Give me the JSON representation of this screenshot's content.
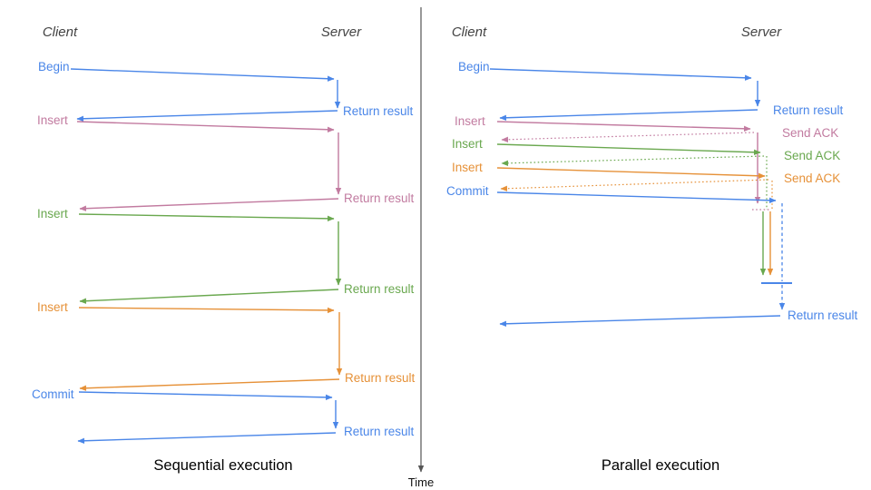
{
  "diagram_type": "client-server sequence comparison",
  "colors": {
    "blue": "#4a86e8",
    "pink": "#c27ba0",
    "green": "#6aa84f",
    "orange": "#e69138",
    "axis_gray": "#555555",
    "header_gray": "#434343",
    "title_black": "#000000"
  },
  "time_axis": {
    "label": "Time"
  },
  "left": {
    "client": "Client",
    "server": "Server",
    "title": "Sequential execution",
    "messages": [
      {
        "label": "Begin",
        "color": "blue",
        "return_label": "Return result"
      },
      {
        "label": "Insert",
        "color": "pink",
        "return_label": "Return result"
      },
      {
        "label": "Insert",
        "color": "green",
        "return_label": "Return result"
      },
      {
        "label": "Insert",
        "color": "orange",
        "return_label": "Return result"
      },
      {
        "label": "Commit",
        "color": "blue",
        "return_label": "Return result"
      }
    ]
  },
  "right": {
    "client": "Client",
    "server": "Server",
    "title": "Parallel execution",
    "messages": [
      {
        "label": "Begin",
        "color": "blue",
        "response_label": "Return result"
      },
      {
        "label": "Insert",
        "color": "pink",
        "response_label": "Send ACK"
      },
      {
        "label": "Insert",
        "color": "green",
        "response_label": "Send ACK"
      },
      {
        "label": "Insert",
        "color": "orange",
        "response_label": "Send ACK"
      },
      {
        "label": "Commit",
        "color": "blue",
        "response_label": ""
      }
    ],
    "final_return_label": "Return result"
  }
}
